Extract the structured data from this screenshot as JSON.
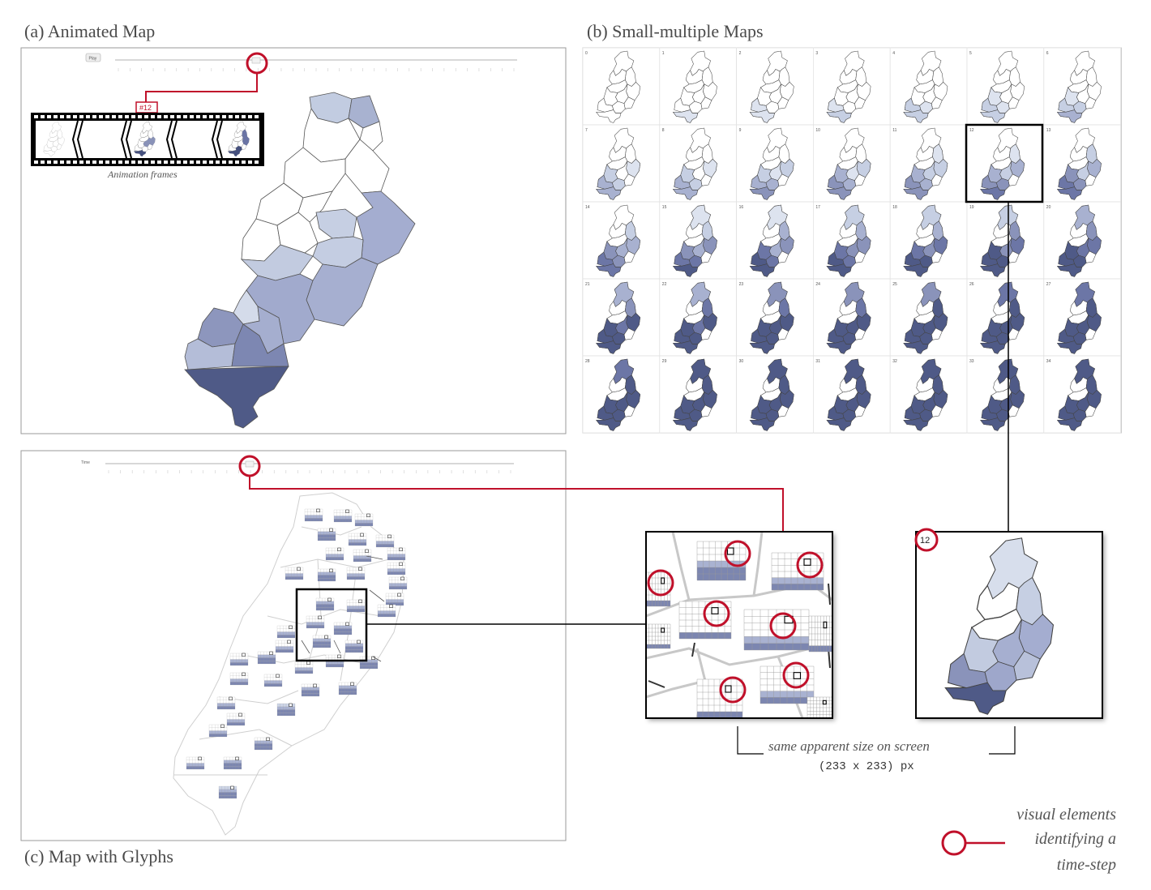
{
  "panels": {
    "a": {
      "title": "(a) Animated Map",
      "play_label": "Play",
      "frame_tag": "#12",
      "frames_caption": "Animation frames",
      "current_step": 12,
      "total_steps": 35
    },
    "b": {
      "title": "(b) Small-multiple Maps",
      "rows": 5,
      "cols": 7,
      "steps": [
        0,
        1,
        2,
        3,
        4,
        5,
        6,
        7,
        8,
        9,
        10,
        11,
        12,
        13,
        14,
        15,
        16,
        17,
        18,
        19,
        20,
        21,
        22,
        23,
        24,
        25,
        26,
        27,
        28,
        29,
        30,
        31,
        32,
        33,
        34
      ],
      "highlight_step": 12
    },
    "c": {
      "title": "(c) Map with Glyphs",
      "time_label": "Time",
      "current_step": 12
    },
    "zoom": {
      "step_label": "12",
      "same_size_text": "same apparent size on screen",
      "size_text": "(233 x 233) px"
    }
  },
  "legend": {
    "line1": "visual elements",
    "line2": "identifying a",
    "line3": "time-step"
  },
  "colors": {
    "highlight": "#c0102a",
    "dark": "#45507e",
    "mid": "#8992b8",
    "light": "#c6cfe3",
    "frame": "#9a9a9a"
  }
}
